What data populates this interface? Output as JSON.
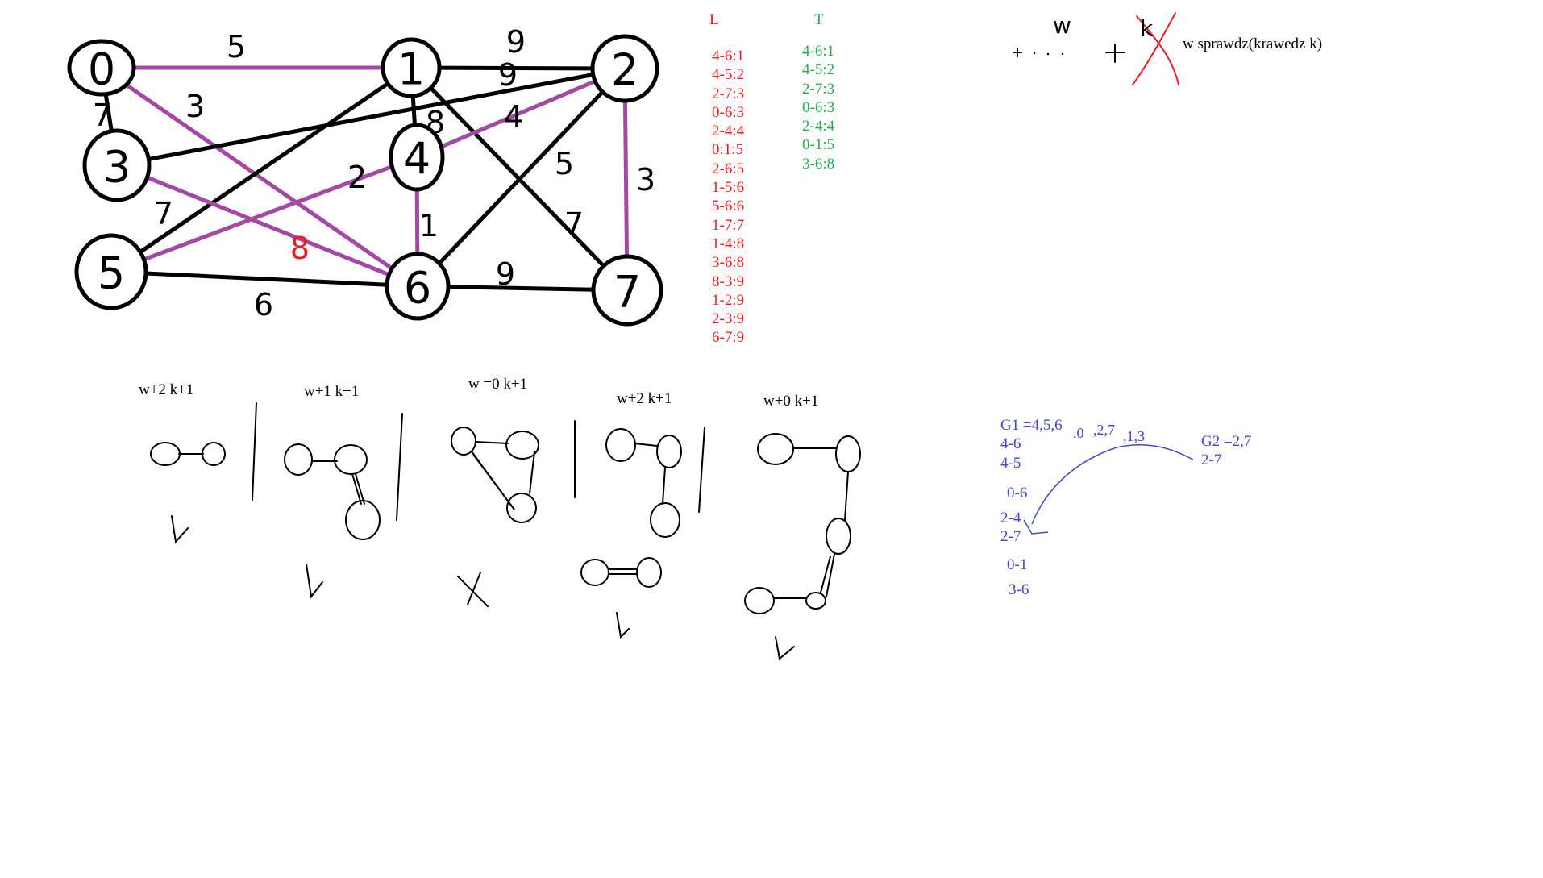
{
  "graph": {
    "nodes": [
      {
        "id": "0",
        "label": "0"
      },
      {
        "id": "1",
        "label": "1"
      },
      {
        "id": "2",
        "label": "2"
      },
      {
        "id": "3",
        "label": "3"
      },
      {
        "id": "4",
        "label": "4"
      },
      {
        "id": "5",
        "label": "5"
      },
      {
        "id": "6",
        "label": "6"
      },
      {
        "id": "7",
        "label": "7"
      }
    ],
    "edges": [
      {
        "from": "0",
        "to": "1",
        "weight": "5",
        "in_tree": true
      },
      {
        "from": "0",
        "to": "3",
        "weight": "7",
        "in_tree": false
      },
      {
        "from": "0",
        "to": "6",
        "weight": "3",
        "in_tree": true
      },
      {
        "from": "1",
        "to": "2",
        "weight": "9",
        "in_tree": false
      },
      {
        "from": "1",
        "to": "4",
        "weight": "8",
        "in_tree": false
      },
      {
        "from": "1",
        "to": "5",
        "weight": "7",
        "in_tree": false
      },
      {
        "from": "1",
        "to": "7",
        "weight": "7",
        "in_tree": false
      },
      {
        "from": "2",
        "to": "3",
        "weight": "9",
        "in_tree": false
      },
      {
        "from": "2",
        "to": "4",
        "weight": "4",
        "in_tree": true
      },
      {
        "from": "2",
        "to": "6",
        "weight": "5",
        "in_tree": false
      },
      {
        "from": "2",
        "to": "7",
        "weight": "3",
        "in_tree": true
      },
      {
        "from": "3",
        "to": "6",
        "weight": "8",
        "in_tree": true
      },
      {
        "from": "4",
        "to": "5",
        "weight": "2",
        "in_tree": true
      },
      {
        "from": "4",
        "to": "6",
        "weight": "1",
        "in_tree": true
      },
      {
        "from": "5",
        "to": "6",
        "weight": "6",
        "in_tree": false
      },
      {
        "from": "6",
        "to": "7",
        "weight": "9",
        "in_tree": false
      }
    ],
    "colors": {
      "tree_edge": "#a349a4",
      "other_edge": "#000000",
      "node_stroke": "#000000",
      "weight_red": "#ed1c24"
    }
  },
  "lists": {
    "L": {
      "header": "L",
      "items": [
        "4-6:1",
        "4-5:2",
        "2-7:3",
        "0-6:3",
        "2-4:4",
        "0:1:5",
        "2-6:5",
        "1-5:6",
        "5-6:6",
        "1-7:7",
        "1-4:8",
        "3-6:8",
        "8-3:9",
        "1-2:9",
        "2-3:9",
        "6-7:9"
      ],
      "color": "#ed1c24"
    },
    "T": {
      "header": "T",
      "items": [
        "4-6:1",
        "4-5:2",
        "2-7:3",
        "0-6:3",
        "2-4:4",
        "0-1:5",
        "3-6:8"
      ],
      "color": "#22b14c"
    }
  },
  "formula": {
    "w_label": "w",
    "k_label": "k",
    "text": "w sprawdz(krawedz k)"
  },
  "steps": [
    {
      "caption": "w+2 k+1",
      "mark": "v"
    },
    {
      "caption": "w+1 k+1",
      "mark": "v"
    },
    {
      "caption": "w =0 k+1",
      "mark": "x"
    },
    {
      "caption": "w+2 k+1",
      "mark": "v"
    },
    {
      "caption": "w+0 k+1",
      "mark": "v"
    }
  ],
  "groups": {
    "g1_header": "G1 =4,5,6",
    "g1_extra_a": ".0",
    "g1_extra_b": ",2,7",
    "g1_extra_c": ",1,3",
    "g2_header": "G2 =2,7",
    "g2_item": "2-7",
    "g1_items": [
      "4-6",
      "4-5",
      "0-6",
      "2-4",
      "2-7",
      "0-1",
      "3-6"
    ],
    "color": "#3f48cc"
  }
}
